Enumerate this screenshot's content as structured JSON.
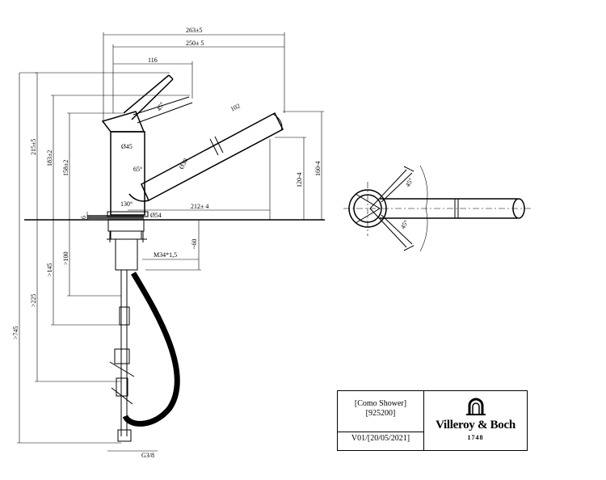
{
  "dimensions": {
    "overall_width": "263±5",
    "spout_width": "250± 5",
    "lever_width": "116",
    "spout_length": "102",
    "height_total": "215±5",
    "height_lever": "183±2",
    "height_body": "158±2",
    "height_outlet": "160-4",
    "height_outlet_inner": "120-4",
    "body_diameter": "Ø45",
    "base_diameter": "Ø54",
    "reach": "212± 4",
    "spout_angle": "65°",
    "lever_angle": "45°",
    "swivel_angle": "130°",
    "spout_diameter": "Ø30",
    "base_thickness": "6",
    "thread": "M34*1,5",
    "shank_length": "~60",
    "dim_100": ">100",
    "dim_145": ">145",
    "dim_225": ">225",
    "dim_745": ">745",
    "connection": "G3/8",
    "top_view_angle_1": "45°",
    "top_view_angle_2": "45°"
  },
  "title_block": {
    "product_name": "[Como Shower]",
    "product_code": "[925200]",
    "version": "V01/[20/05/2021]",
    "brand": "Villeroy & Boch",
    "year": "1748"
  }
}
